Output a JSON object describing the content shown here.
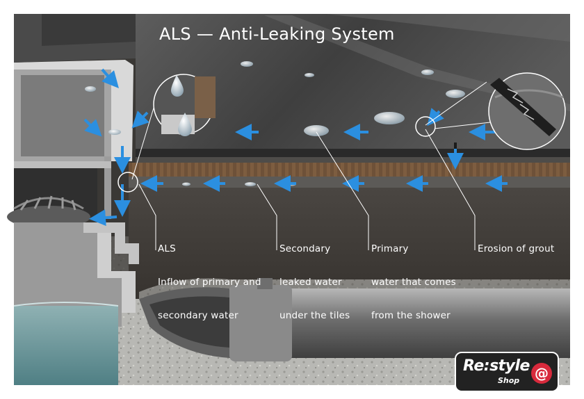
{
  "title": "ALS — Anti-Leaking System",
  "callouts": [
    {
      "line1": "ALS",
      "line2": "Inflow of primary and",
      "line3": "secondary water"
    },
    {
      "line1": "Secondary",
      "line2": "leaked water",
      "line3": "under the tiles"
    },
    {
      "line1": "Primary",
      "line2": "water that comes",
      "line3": "from the shower"
    },
    {
      "line1": "Erosion of grout",
      "line2": "",
      "line3": ""
    }
  ],
  "logo": {
    "brand": "Re:style",
    "sub": "Shop",
    "symbol": "@"
  },
  "colors": {
    "arrow": "#2b8fe0",
    "label": "#ffffff",
    "logo_accent": "#d82a3c"
  }
}
